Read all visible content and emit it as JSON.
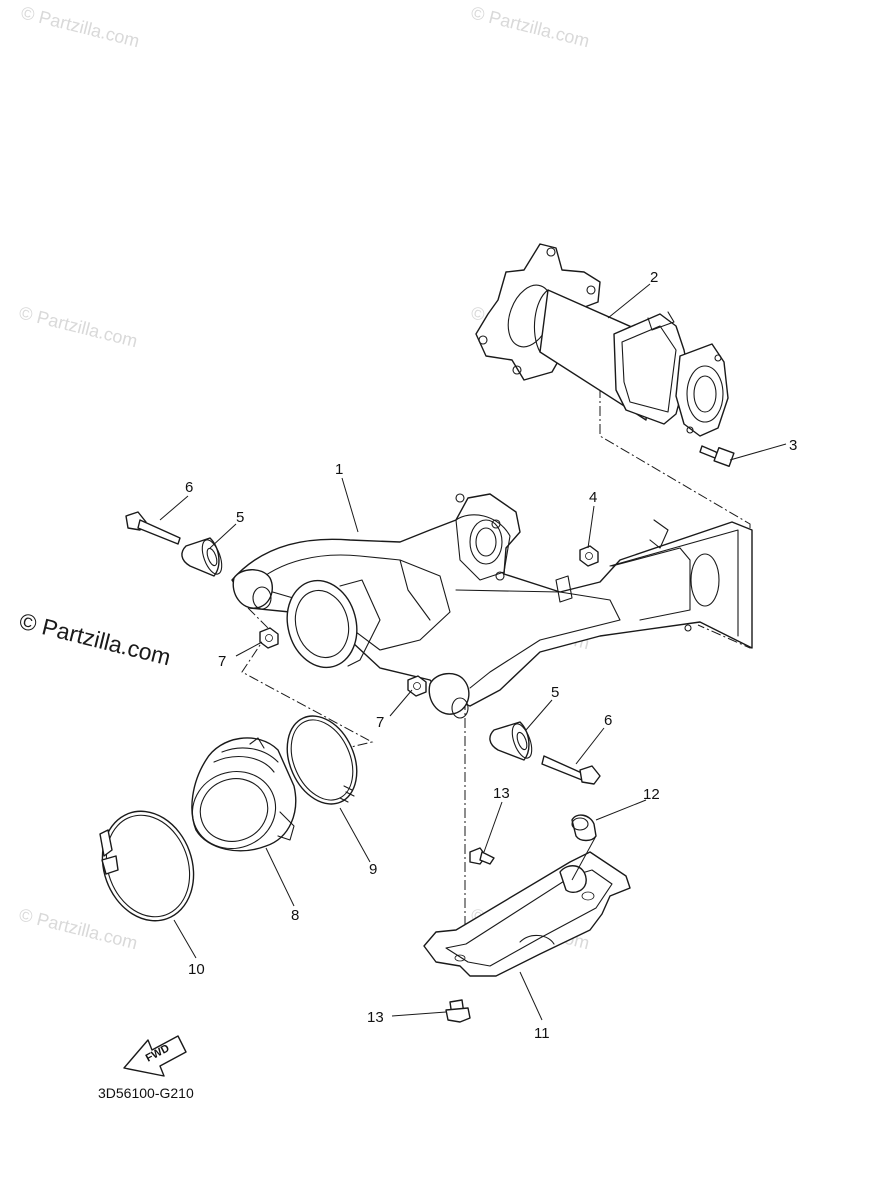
{
  "diagram": {
    "code": "3D56100-G210",
    "fwd_label": "FWD",
    "watermark": "© Partzilla.com",
    "watermark_main": "© Partzilla.com",
    "callouts": [
      {
        "id": "c1",
        "label": "1"
      },
      {
        "id": "c2",
        "label": "2"
      },
      {
        "id": "c3",
        "label": "3"
      },
      {
        "id": "c4",
        "label": "4"
      },
      {
        "id": "c5a",
        "label": "5"
      },
      {
        "id": "c5b",
        "label": "5"
      },
      {
        "id": "c6a",
        "label": "6"
      },
      {
        "id": "c6b",
        "label": "6"
      },
      {
        "id": "c7a",
        "label": "7"
      },
      {
        "id": "c7b",
        "label": "7"
      },
      {
        "id": "c8",
        "label": "8"
      },
      {
        "id": "c9",
        "label": "9"
      },
      {
        "id": "c10",
        "label": "10"
      },
      {
        "id": "c11",
        "label": "11"
      },
      {
        "id": "c12",
        "label": "12"
      },
      {
        "id": "c13a",
        "label": "13"
      },
      {
        "id": "c13b",
        "label": "13"
      }
    ]
  }
}
